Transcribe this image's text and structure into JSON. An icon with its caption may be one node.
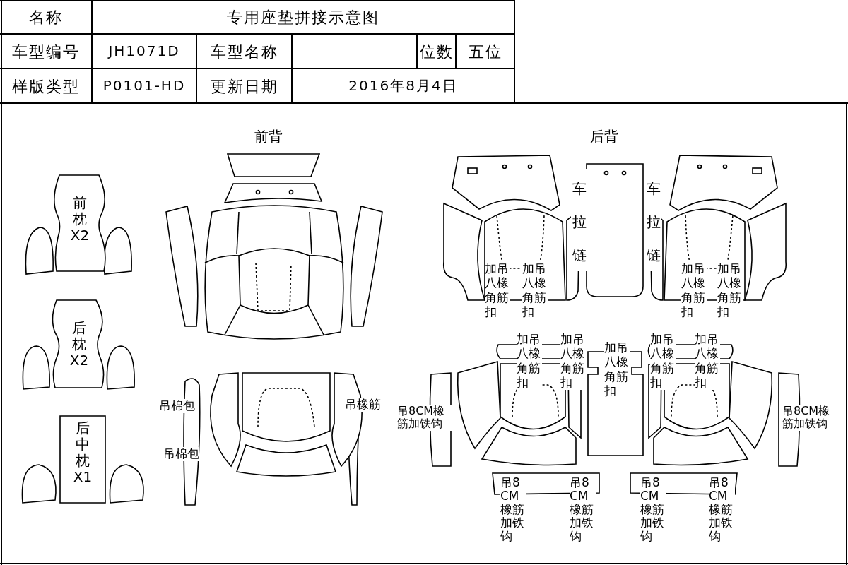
{
  "diagram": {
    "nodes": [
      {
        "text": [
          "前枕X2"
        ]
      },
      {
        "text": [
          "后枕X2"
        ]
      },
      {
        "text": [
          "后中枕X1"
        ]
      }
    ],
    "labels": [
      "名称",
      "专用座垫拼接示意图",
      "车型编号",
      "JH1071D",
      "车型名称",
      "位数",
      "五位",
      "样版类型",
      "P0101-HD",
      "更新日期",
      "2016年8月4日",
      "前背",
      "后背",
      "车拉链",
      "车拉链",
      "加吊八橡角筋扣",
      "加吊八橡角筋扣",
      "加吊八橡角筋扣",
      "加吊八橡角筋扣",
      "吊棉包",
      "吊橡筋",
      "吊棉包",
      "加吊八橡角筋扣",
      "加吊八橡角筋扣",
      "加吊八橡角筋扣",
      "加吊八橡角筋扣",
      "加吊八橡角筋扣",
      "吊8CM橡筋加铁钩",
      "吊8CM橡筋加铁钩",
      "吊8CM橡筋加铁钩",
      "吊8CM橡筋加铁钩",
      "吊8CM橡筋加铁钩",
      "吊8CM橡筋加铁钩"
    ]
  }
}
